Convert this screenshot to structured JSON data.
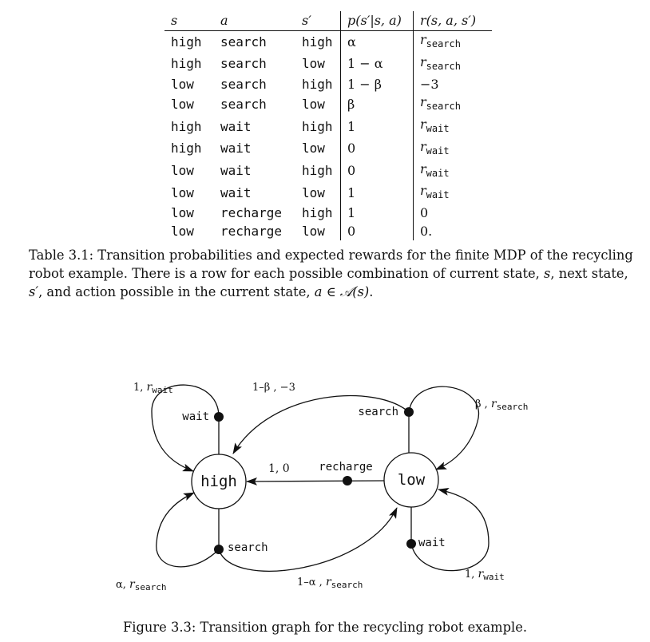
{
  "table": {
    "headers": {
      "s": "s",
      "a": "a",
      "s_next": "s′",
      "prob": "p(s′|s, a)",
      "reward": "r(s, a, s′)"
    },
    "rows": [
      {
        "s": "high",
        "a": "search",
        "s_next": "high",
        "prob": "α",
        "reward_base": "r",
        "reward_sub": "search"
      },
      {
        "s": "high",
        "a": "search",
        "s_next": "low",
        "prob": "1 − α",
        "reward_base": "r",
        "reward_sub": "search"
      },
      {
        "s": "low",
        "a": "search",
        "s_next": "high",
        "prob": "1 − β",
        "reward_base": "−3",
        "reward_sub": ""
      },
      {
        "s": "low",
        "a": "search",
        "s_next": "low",
        "prob": "β",
        "reward_base": "r",
        "reward_sub": "search"
      },
      {
        "s": "high",
        "a": "wait",
        "s_next": "high",
        "prob": "1",
        "reward_base": "r",
        "reward_sub": "wait"
      },
      {
        "s": "high",
        "a": "wait",
        "s_next": "low",
        "prob": "0",
        "reward_base": "r",
        "reward_sub": "wait"
      },
      {
        "s": "low",
        "a": "wait",
        "s_next": "high",
        "prob": "0",
        "reward_base": "r",
        "reward_sub": "wait"
      },
      {
        "s": "low",
        "a": "wait",
        "s_next": "low",
        "prob": "1",
        "reward_base": "r",
        "reward_sub": "wait"
      },
      {
        "s": "low",
        "a": "recharge",
        "s_next": "high",
        "prob": "1",
        "reward_base": "0",
        "reward_sub": ""
      },
      {
        "s": "low",
        "a": "recharge",
        "s_next": "low",
        "prob": "0",
        "reward_base": "0.",
        "reward_sub": ""
      }
    ]
  },
  "table_caption": {
    "label": "Table 3.1:",
    "part1": " Transition probabilities and expected rewards for the finite MDP of the recycling robot example. There is a row for each possible combination of current state, ",
    "var_s": "s",
    "part2": ", next state, ",
    "var_s_next": "s′",
    "part3": ", and action possible in the current state, ",
    "var_a": "a ∈ 𝒜(s)",
    "part4": "."
  },
  "graph": {
    "states": {
      "high": "high",
      "low": "low"
    },
    "actions": {
      "wait_high": "wait",
      "search_high": "search",
      "search_low": "search",
      "recharge": "recharge",
      "wait_low": "wait"
    },
    "labels": {
      "wait_high_prob": "1, ",
      "wait_high_r": "r",
      "wait_high_sub": "wait",
      "low_search_to_high": "1–β ,  −3",
      "low_search_self_prob": "β , ",
      "low_search_self_r": "r",
      "low_search_self_sub": "search",
      "recharge_label": "1, 0",
      "high_search_self_prob": "α, ",
      "high_search_self_r": "r",
      "high_search_self_sub": "search",
      "high_search_to_low_prob": "1–α , ",
      "high_search_to_low_r": "r",
      "high_search_to_low_sub": "search",
      "wait_low_prob": "1, ",
      "wait_low_r": "r",
      "wait_low_sub": "wait"
    }
  },
  "figure_caption": {
    "label": "Figure 3.3:",
    "text": " Transition graph for the recycling robot example."
  }
}
